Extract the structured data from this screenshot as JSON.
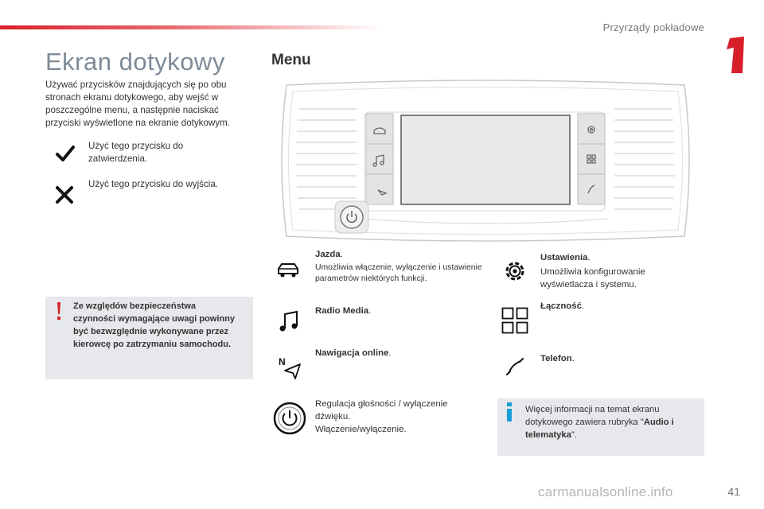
{
  "header": {
    "section": "Przyrządy pokładowe",
    "chapter_number": "1"
  },
  "left": {
    "title": "Ekran dotykowy",
    "intro": "Używać przycisków znajdujących się po obu stronach ekranu dotykowego, aby wejść w poszczególne menu, a następnie naciskać przyciski wyświetlone na ekranie dotykowym.",
    "confirm_text": "Użyć tego przycisku do zatwierdzenia.",
    "exit_text": "Użyć tego przycisku do wyjścia.",
    "warning_text": "Ze względów bezpieczeństwa czynności wymagające uwagi powinny być bezwzględnie wykonywane przez kierowcę po zatrzymaniu samochodu."
  },
  "menu": {
    "heading": "Menu",
    "jazda_title": "Jazda",
    "jazda_desc": "Umożliwia włączenie, wyłączenie i ustawienie parametrów niektórych funkcji.",
    "radio_title": "Radio Media",
    "nav_title": "Nawigacja online",
    "volume_text": "Regulacja głośności / wyłączenie dźwięku.",
    "power_text": "Włączenie/wyłączenie.",
    "settings_title": "Ustawienia",
    "settings_desc": "Umożliwia konfigurowanie wyświetlacza i systemu.",
    "connect_title": "Łączność",
    "phone_title": "Telefon",
    "nav_icon_letter": "N"
  },
  "info": {
    "text_before": "Więcej informacji na temat ekranu dotykowego zawiera rubryka \"",
    "text_bold": "Audio i telematyka",
    "text_after": "\"."
  },
  "footer": {
    "page_number": "41",
    "watermark": "carmanualsonline.info"
  },
  "colors": {
    "accent_red": "#d8202a",
    "info_blue": "#1a9bd7",
    "title_grey": "#7d8b99"
  }
}
